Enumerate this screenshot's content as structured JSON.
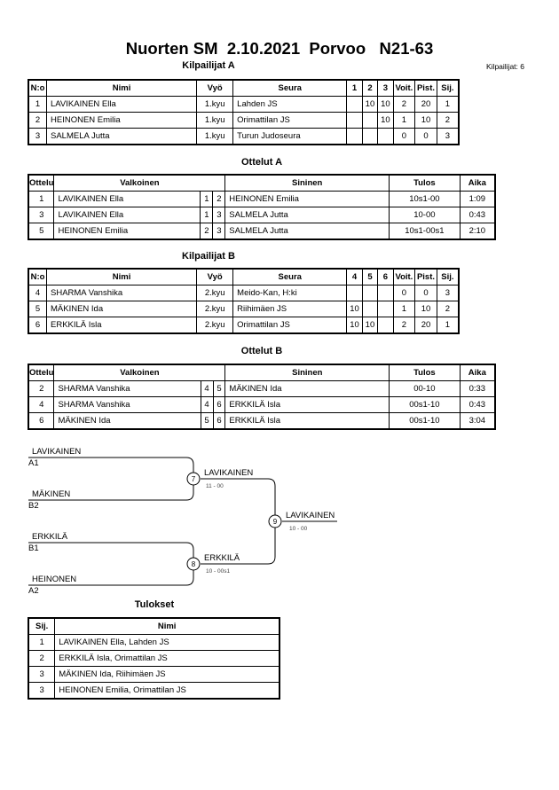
{
  "header": {
    "title": "Nuorten SM  2.10.2021  Porvoo   N21-63",
    "competitors_count": "Kilpailijat: 6"
  },
  "pool_a": {
    "title": "Kilpailijat A",
    "columns": [
      "N:o",
      "Nimi",
      "Vyö",
      "Seura",
      "1",
      "2",
      "3",
      "Voit.",
      "Pist.",
      "Sij."
    ],
    "rows": [
      [
        "1",
        "LAVIKAINEN Ella",
        "1.kyu",
        "Lahden JS",
        "",
        "10",
        "10",
        "2",
        "20",
        "1"
      ],
      [
        "2",
        "HEINONEN Emilia",
        "1.kyu",
        "Orimattilan JS",
        "",
        "",
        "10",
        "1",
        "10",
        "2"
      ],
      [
        "3",
        "SALMELA Jutta",
        "1.kyu",
        "Turun Judoseura",
        "",
        "",
        "",
        "0",
        "0",
        "3"
      ]
    ]
  },
  "matches_a": {
    "title": "Ottelut A",
    "columns": [
      "Ottelu",
      "Valkoinen",
      "Sininen",
      "Tulos",
      "Aika"
    ],
    "rows": [
      [
        "1",
        "LAVIKAINEN Ella",
        "1",
        "2",
        "HEINONEN Emilia",
        "10s1-00",
        "1:09"
      ],
      [
        "3",
        "LAVIKAINEN Ella",
        "1",
        "3",
        "SALMELA Jutta",
        "10-00",
        "0:43"
      ],
      [
        "5",
        "HEINONEN Emilia",
        "2",
        "3",
        "SALMELA Jutta",
        "10s1-00s1",
        "2:10"
      ]
    ]
  },
  "pool_b": {
    "title": "Kilpailijat B",
    "columns": [
      "N:o",
      "Nimi",
      "Vyö",
      "Seura",
      "4",
      "5",
      "6",
      "Voit.",
      "Pist.",
      "Sij."
    ],
    "rows": [
      [
        "4",
        "SHARMA Vanshika",
        "2.kyu",
        "Meido-Kan, H:ki",
        "",
        "",
        "",
        "0",
        "0",
        "3"
      ],
      [
        "5",
        "MÄKINEN Ida",
        "2.kyu",
        "Riihimäen JS",
        "10",
        "",
        "",
        "1",
        "10",
        "2"
      ],
      [
        "6",
        "ERKKILÄ Isla",
        "2.kyu",
        "Orimattilan JS",
        "10",
        "10",
        "",
        "2",
        "20",
        "1"
      ]
    ]
  },
  "matches_b": {
    "title": "Ottelut B",
    "columns": [
      "Ottelu",
      "Valkoinen",
      "Sininen",
      "Tulos",
      "Aika"
    ],
    "rows": [
      [
        "2",
        "SHARMA Vanshika",
        "4",
        "5",
        "MÄKINEN Ida",
        "00-10",
        "0:33"
      ],
      [
        "4",
        "SHARMA Vanshika",
        "4",
        "6",
        "ERKKILÄ Isla",
        "00s1-10",
        "0:43"
      ],
      [
        "6",
        "MÄKINEN Ida",
        "5",
        "6",
        "ERKKILÄ Isla",
        "00s1-10",
        "3:04"
      ]
    ]
  },
  "bracket": {
    "entries": [
      {
        "name": "LAVIKAINEN",
        "seed": "A1"
      },
      {
        "name": "MÄKINEN",
        "seed": "B2"
      },
      {
        "name": "ERKKILÄ",
        "seed": "B1"
      },
      {
        "name": "HEINONEN",
        "seed": "A2"
      }
    ],
    "semifinals": [
      {
        "match": "7",
        "winner": "LAVIKAINEN",
        "score": "11 - 00"
      },
      {
        "match": "8",
        "winner": "ERKKILÄ",
        "score": "10 - 00s1"
      }
    ],
    "final": {
      "match": "9",
      "winner": "LAVIKAINEN",
      "score": "10 - 00"
    }
  },
  "results": {
    "title": "Tulokset",
    "columns": [
      "Sij.",
      "Nimi"
    ],
    "rows": [
      [
        "1",
        "LAVIKAINEN Ella, Lahden JS"
      ],
      [
        "2",
        "ERKKILÄ Isla, Orimattilan JS"
      ],
      [
        "3",
        "MÄKINEN Ida, Riihimäen JS"
      ],
      [
        "3",
        "HEINONEN Emilia, Orimattilan JS"
      ]
    ]
  }
}
